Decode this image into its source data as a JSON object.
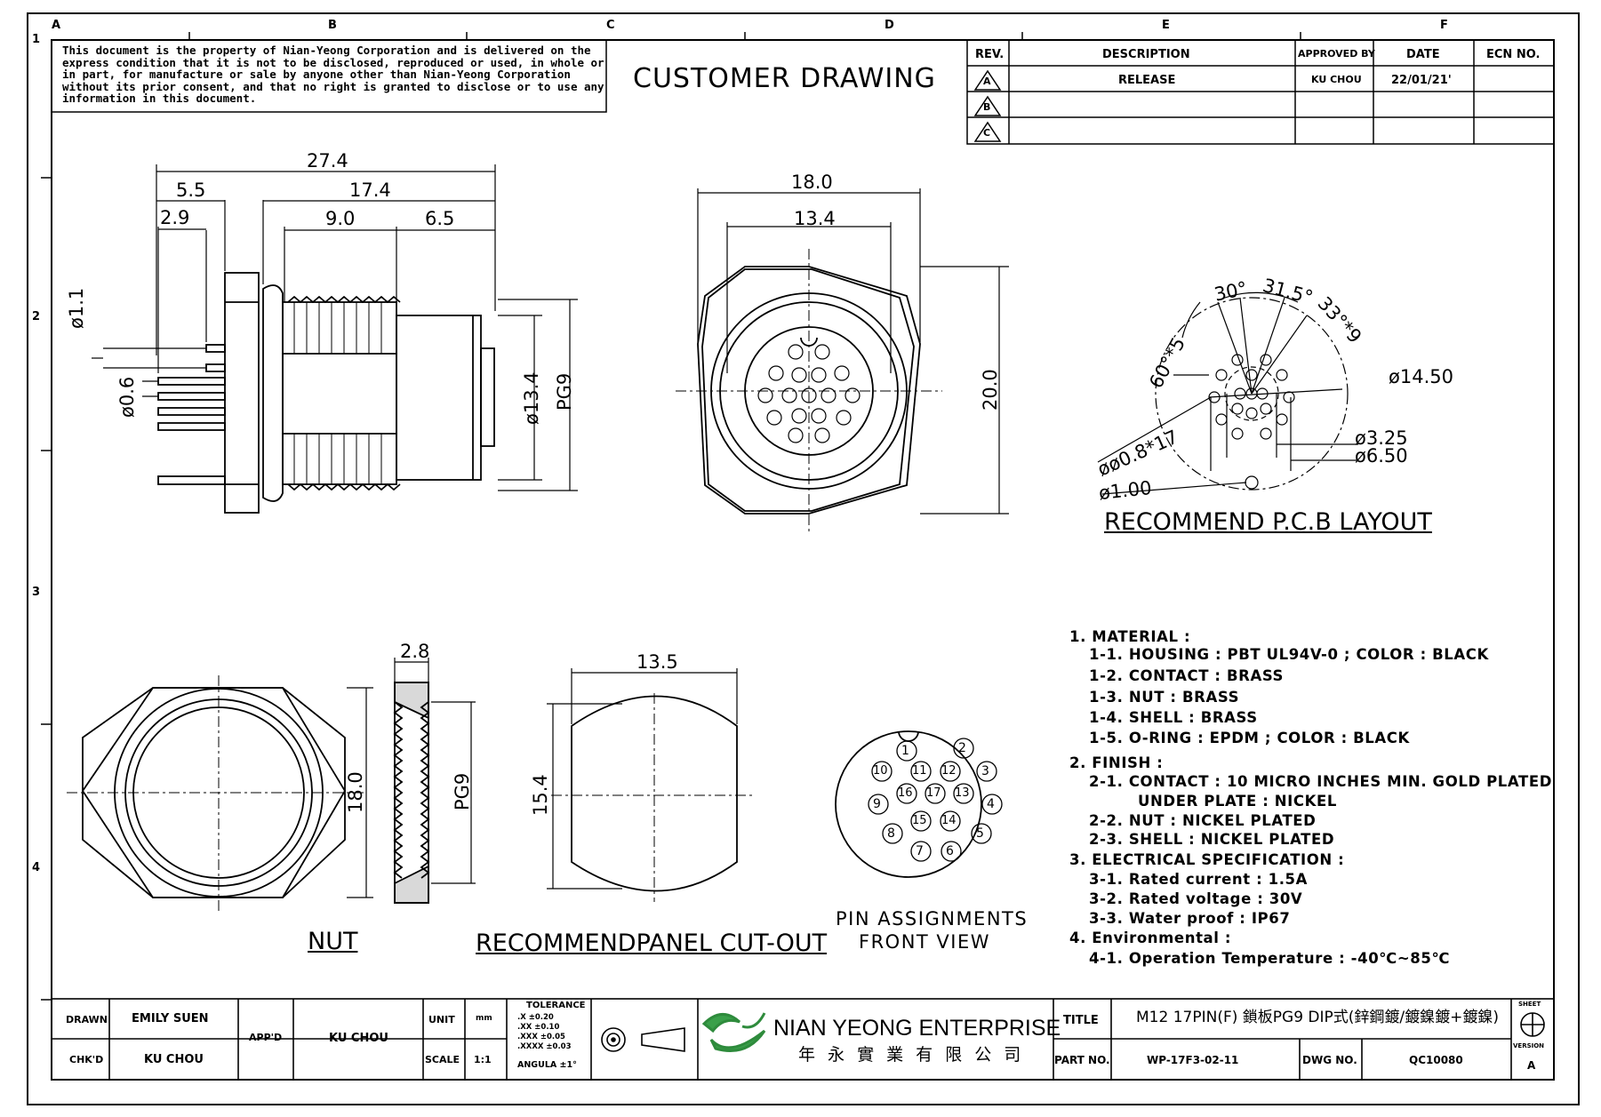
{
  "notice": "This document is the property of Nian-Yeong Corporation and is delivered on the express condition that it is not to be disclosed, reproduced or used, in whole or in part, for manufacture or sale by anyone other than Nian-Yeong Corporation without its prior consent, and that no right is granted to disclose or to use any information in this document.",
  "drawing_title": "CUSTOMER DRAWING",
  "grid": {
    "columns": [
      "A",
      "B",
      "C",
      "D",
      "E",
      "F"
    ],
    "rows": [
      "1",
      "2",
      "3",
      "4"
    ]
  },
  "revision_table": {
    "headers": [
      "REV.",
      "DESCRIPTION",
      "APPROVED BY",
      "DATE",
      "ECN NO."
    ],
    "rows": [
      {
        "rev": "A",
        "description": "RELEASE",
        "approved_by": "KU CHOU",
        "date": "22/01/21'",
        "ecn": ""
      },
      {
        "rev": "B",
        "description": "",
        "approved_by": "",
        "date": "",
        "ecn": ""
      },
      {
        "rev": "C",
        "description": "",
        "approved_by": "",
        "date": "",
        "ecn": ""
      }
    ]
  },
  "side_view": {
    "d1": "27.4",
    "d2": "5.5",
    "d3": "17.4",
    "d4": "2.9",
    "d5": "9.0",
    "d6": "6.5",
    "d7": "ø1.1",
    "d8": "ø0.6",
    "d9": "ø13.4",
    "d10": "PG9"
  },
  "front_view": {
    "d1": "18.0",
    "d2": "13.4",
    "d3": "20.0"
  },
  "pcb": {
    "a1": "30°",
    "a2": "31.5°",
    "a3": "33°*9",
    "a4": "60°*5",
    "d1": "ø14.50",
    "d2": "øø0.8*17",
    "d3": "ø3.25",
    "d4": "ø6.50",
    "d5": "ø1.00",
    "caption": "RECOMMEND P.C.B LAYOUT"
  },
  "nut": {
    "d1": "2.8",
    "d2": "18.0",
    "d3": "PG9",
    "caption": "NUT"
  },
  "panel": {
    "d1": "13.5",
    "d2": "15.4",
    "caption": "RECOMMENDPANEL CUT-OUT"
  },
  "pins": {
    "numbers": [
      "1",
      "2",
      "3",
      "4",
      "5",
      "6",
      "7",
      "8",
      "9",
      "10",
      "11",
      "12",
      "13",
      "14",
      "15",
      "16",
      "17"
    ],
    "caption1": "PIN ASSIGNMENTS",
    "caption2": "FRONT VIEW"
  },
  "notes": [
    "1. MATERIAL :",
    "1-1. HOUSING : PBT UL94V-0 ; COLOR : BLACK",
    "1-2. CONTACT : BRASS",
    "1-3. NUT : BRASS",
    "1-4. SHELL : BRASS",
    "1-5. O-RING : EPDM ; COLOR : BLACK",
    "2. FINISH :",
    "2-1. CONTACT : 10 MICRO INCHES MIN. GOLD PLATED",
    "UNDER PLATE : NICKEL",
    "2-2. NUT : NICKEL PLATED",
    "2-3. SHELL : NICKEL PLATED",
    "3. ELECTRICAL SPECIFICATION :",
    "3-1. Rated current : 1.5A",
    "3-2. Rated voltage : 30V",
    "3-3. Water proof : IP67",
    "4. Environmental :",
    "4-1. Operation Temperature : -40℃~85℃"
  ],
  "title_block": {
    "drawn_label": "DRAWN",
    "drawn": "EMILY SUEN",
    "chkd_label": "CHK'D",
    "chkd": "KU CHOU",
    "appd_label": "APP'D",
    "appd": "KU CHOU",
    "unit_label": "UNIT",
    "unit": "mm",
    "scale_label": "SCALE",
    "scale": "1:1",
    "tol_label": "TOLERANCE",
    "tolerances": [
      ".X ±0.20",
      ".XX ±0.10",
      ".XXX ±0.05",
      ".XXXX ±0.03",
      "ANGULA ±1°"
    ],
    "company": "NIAN YEONG ENTERPRISE",
    "company_cn": "年 永 實 業 有 限 公 司",
    "title_label": "TITLE",
    "title": "M12 17PIN(F) 鎖板PG9 DIP式(鋅鋼鍍/鍍鎳鍍+鍍鎳)",
    "part_label": "PART NO.",
    "part": "WP-17F3-02-11",
    "dwg_label": "DWG NO.",
    "dwg": "QC10080",
    "sheet_label": "SHEET",
    "version_label": "VERSION",
    "version": "A"
  }
}
